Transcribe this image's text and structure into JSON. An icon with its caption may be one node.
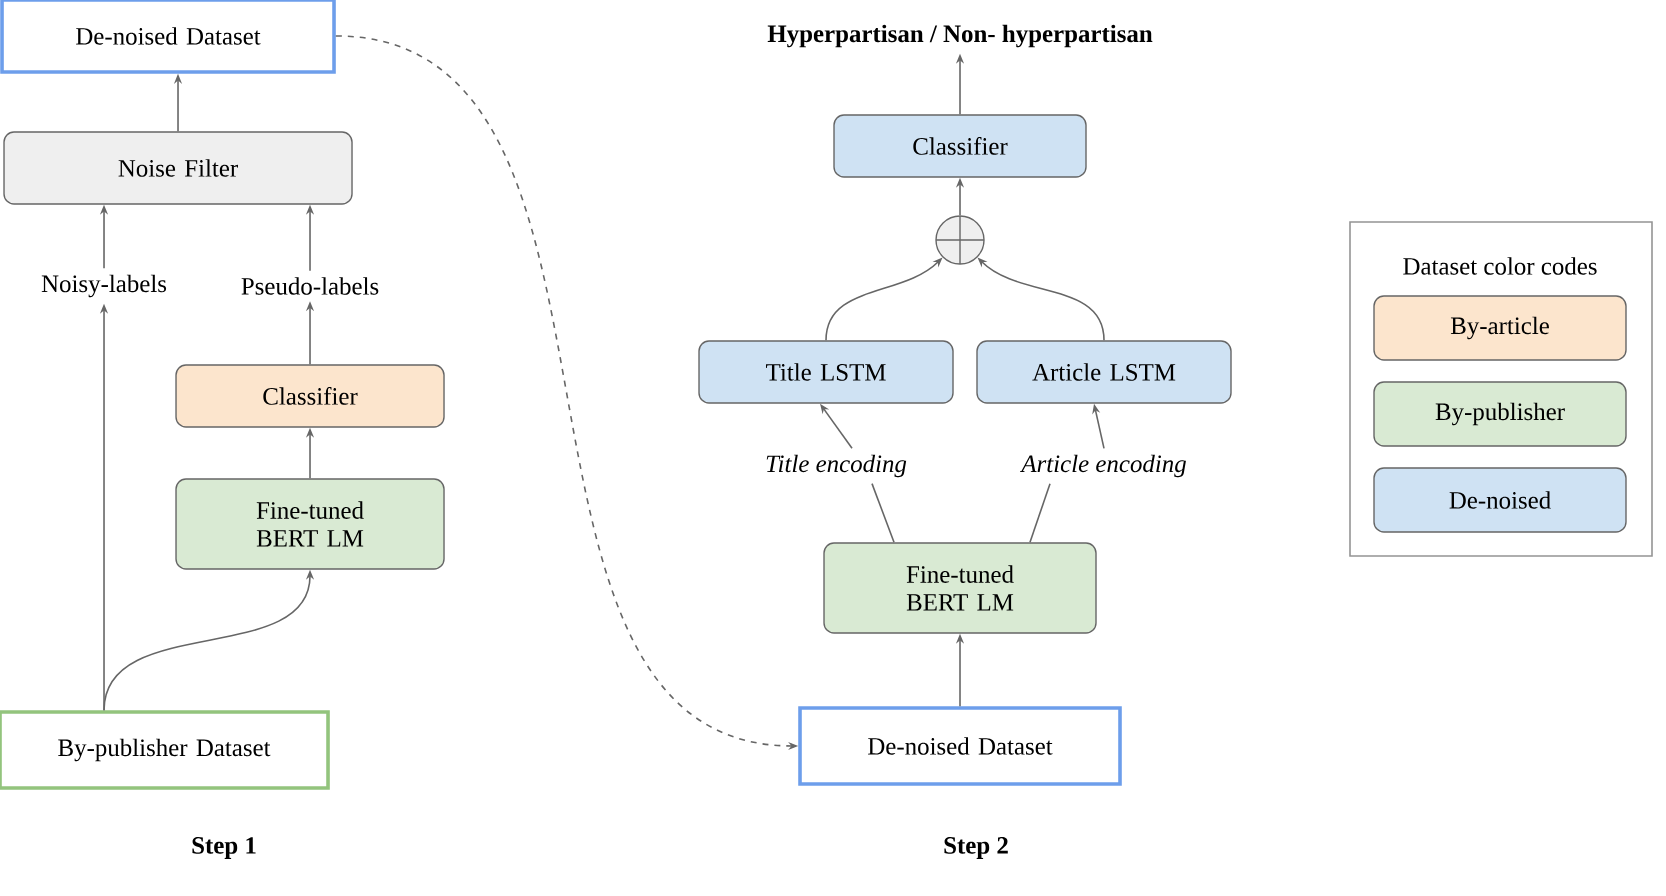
{
  "diagram": {
    "nodes": [
      {
        "text": [
          "De-noised Dataset"
        ]
      },
      {
        "text": [
          "Noise Filter"
        ]
      },
      {
        "text": [
          "Noisy-labels"
        ]
      },
      {
        "text": [
          "Pseudo-labels"
        ]
      },
      {
        "text": [
          "Classifier"
        ]
      },
      {
        "text": [
          "Fine-tuned BERT LM"
        ]
      },
      {
        "text": [
          "By-publisher Dataset"
        ]
      },
      {
        "text": [
          "Hyperpartisan / Non- hyperpartisan"
        ]
      },
      {
        "text": [
          "Classifier"
        ]
      },
      {
        "text": [],
        "shape": "circle"
      },
      {
        "text": [
          "Title LSTM"
        ]
      },
      {
        "text": [
          "Article LSTM"
        ]
      },
      {
        "text": [
          "Title encoding"
        ]
      },
      {
        "text": [
          "Article encoding"
        ]
      },
      {
        "text": [
          "Fine-tuned BERT LM"
        ]
      },
      {
        "text": [
          "De-noised Dataset"
        ]
      }
    ],
    "edges": [
      {
        "from": 1,
        "to": 0,
        "arrow": "to"
      },
      {
        "from": 2,
        "to": 1,
        "arrow": "to"
      },
      {
        "from": 3,
        "to": 1,
        "arrow": "to"
      },
      {
        "from": 6,
        "to": 2,
        "arrow": "to"
      },
      {
        "from": 6,
        "to": 5,
        "arrow": "to"
      },
      {
        "from": 5,
        "to": 4,
        "arrow": "to"
      },
      {
        "from": 4,
        "to": 3,
        "arrow": "to"
      },
      {
        "from": 0,
        "to": 15,
        "arrow": "to",
        "style": "dashed"
      },
      {
        "from": 8,
        "to": 7,
        "arrow": "to"
      },
      {
        "from": 9,
        "to": 8,
        "arrow": "to"
      },
      {
        "from": 10,
        "to": 9,
        "arrow": "to"
      },
      {
        "from": 11,
        "to": 9,
        "arrow": "to"
      },
      {
        "from": 12,
        "to": 10,
        "arrow": "to"
      },
      {
        "from": 13,
        "to": 11,
        "arrow": "to"
      },
      {
        "from": 14,
        "to": 12,
        "arrow": "none"
      },
      {
        "from": 14,
        "to": 13,
        "arrow": "none"
      },
      {
        "from": 15,
        "to": 14,
        "arrow": "to"
      }
    ],
    "labels": [
      "Dataset color codes",
      "Step 1",
      "Step 2"
    ],
    "legend": [
      {
        "text": "By-article",
        "color": "#fce5cd"
      },
      {
        "text": "By-publisher",
        "color": "#d9ead3"
      },
      {
        "text": "De-noised",
        "color": "#cfe2f3"
      }
    ]
  }
}
